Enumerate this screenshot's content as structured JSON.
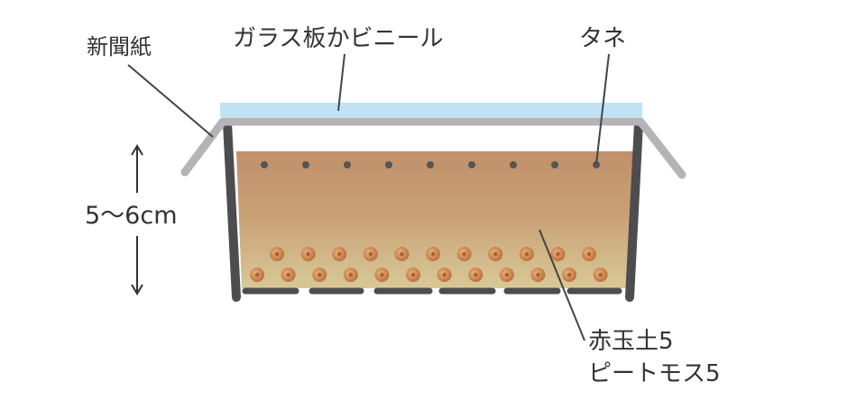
{
  "labels": {
    "newspaper": "新聞紙",
    "glass_or_vinyl": "ガラス板かビニール",
    "seed": "タネ",
    "depth": "5〜6cm",
    "soil_line1": "赤玉土5",
    "soil_line2": "ピートモス5"
  },
  "colors": {
    "glass": "#bfe3f5",
    "newspaper": "#b4b4b8",
    "pot": "#4d4d50",
    "soil_top": "#c0906a",
    "soil_mid": "#c9a076",
    "soil_bottom": "#d8c896",
    "leader": "#444444"
  },
  "icons": [
    "seed-dot",
    "soil-granule",
    "double-arrow-icon"
  ]
}
